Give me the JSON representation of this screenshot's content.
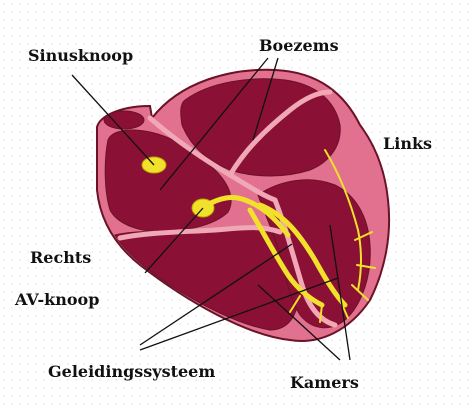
{
  "labels": {
    "sinusknoop": "Sinusknoop",
    "boezems": "Boezems",
    "links": "Links",
    "rechts": "Rechts",
    "av_knoop": "AV-knoop",
    "geleidingssysteem": "Geleidingssysteem",
    "kamers": "Kamers"
  },
  "colors": {
    "muscle": "#e2708f",
    "chamber": "#8a1035",
    "septum": "#f0a7b6",
    "conduction": "#f2e12a",
    "outline": "#6a1228",
    "leader": "#111111"
  }
}
